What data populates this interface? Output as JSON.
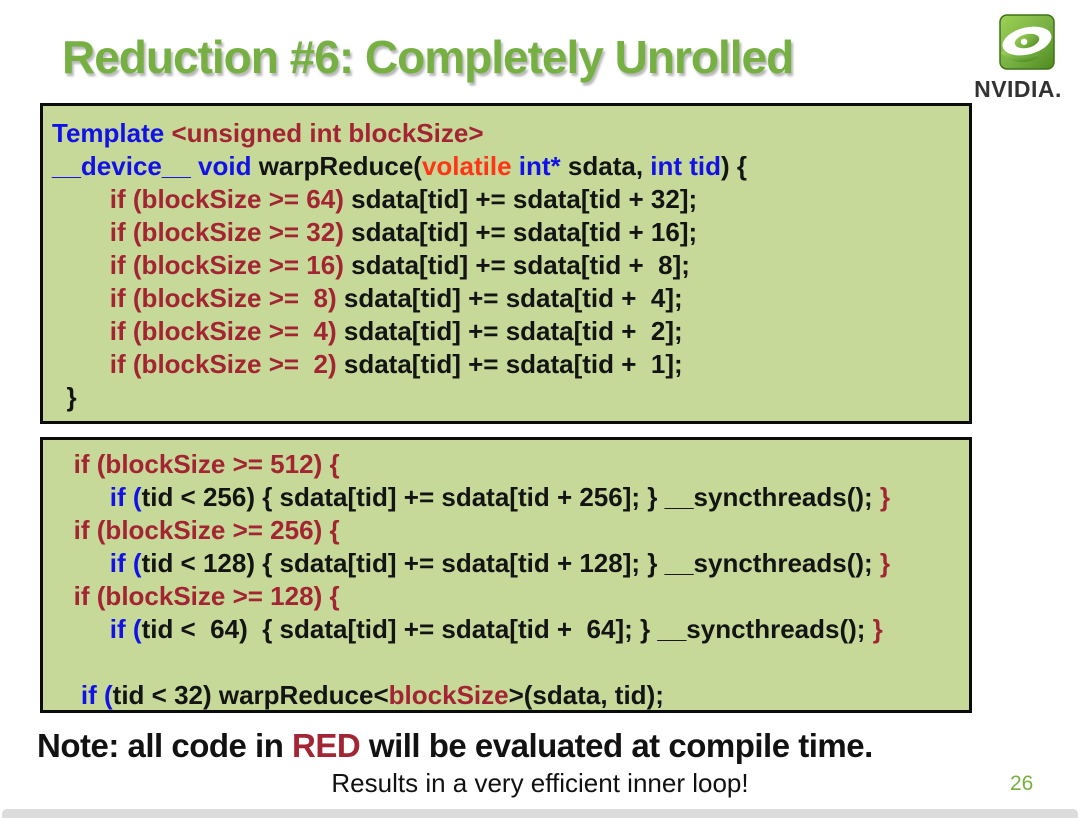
{
  "slide": {
    "title": "Reduction #6: Completely Unrolled",
    "note": {
      "prefix": "Note: all code in ",
      "highlight": "RED",
      "suffix": " will be evaluated at compile time."
    },
    "footer": "Results in a very efficient inner loop!",
    "page_number": "26"
  },
  "logo": {
    "brand": "NVIDIA.",
    "icon": "nvidia-eye-icon"
  },
  "colors": {
    "title_green": "#76b043",
    "page_green": "#76b043",
    "box_bg": "#c6d998",
    "box_border": "#0b0b0b",
    "bottom_bar": "#dcdcdc",
    "code_darkred": "#a32433",
    "code": {
      "black": "#141414",
      "blue": "#1212e8",
      "darkred": "#a32433",
      "red": "#ff3517"
    }
  },
  "code_box1": {
    "lines": [
      [
        {
          "t": "Template ",
          "c": "blue"
        },
        {
          "t": "<unsigned int blockSize>",
          "c": "darkred"
        }
      ],
      [
        {
          "t": "__device__ void ",
          "c": "blue"
        },
        {
          "t": "warpReduce(",
          "c": "black"
        },
        {
          "t": "volatile",
          "c": "red"
        },
        {
          "t": " ",
          "c": "black"
        },
        {
          "t": "int*",
          "c": "blue"
        },
        {
          "t": " sdata, ",
          "c": "black"
        },
        {
          "t": "int tid",
          "c": "blue"
        },
        {
          "t": ") {",
          "c": "black"
        }
      ],
      [
        {
          "t": "        ",
          "c": "black"
        },
        {
          "t": "if (blockSize >= 64)",
          "c": "darkred"
        },
        {
          "t": " sdata[tid] += sdata[tid + 32];",
          "c": "black"
        }
      ],
      [
        {
          "t": "        ",
          "c": "black"
        },
        {
          "t": "if (blockSize >= 32)",
          "c": "darkred"
        },
        {
          "t": " sdata[tid] += sdata[tid + 16];",
          "c": "black"
        }
      ],
      [
        {
          "t": "        ",
          "c": "black"
        },
        {
          "t": "if (blockSize >= 16)",
          "c": "darkred"
        },
        {
          "t": " sdata[tid] += sdata[tid +  8];",
          "c": "black"
        }
      ],
      [
        {
          "t": "        ",
          "c": "black"
        },
        {
          "t": "if (blockSize >=  8)",
          "c": "darkred"
        },
        {
          "t": " sdata[tid] += sdata[tid +  4];",
          "c": "black"
        }
      ],
      [
        {
          "t": "        ",
          "c": "black"
        },
        {
          "t": "if (blockSize >=  4)",
          "c": "darkred"
        },
        {
          "t": " sdata[tid] += sdata[tid +  2];",
          "c": "black"
        }
      ],
      [
        {
          "t": "        ",
          "c": "black"
        },
        {
          "t": "if (blockSize >=  2)",
          "c": "darkred"
        },
        {
          "t": " sdata[tid] += sdata[tid +  1];",
          "c": "black"
        }
      ],
      [
        {
          "t": "  }",
          "c": "black"
        }
      ]
    ]
  },
  "code_box2": {
    "lines": [
      [
        {
          "t": "   ",
          "c": "black"
        },
        {
          "t": "if (blockSize >= 512) {",
          "c": "darkred"
        }
      ],
      [
        {
          "t": "        ",
          "c": "black"
        },
        {
          "t": "if (",
          "c": "blue"
        },
        {
          "t": "tid < 256) { sdata[tid] += sdata[tid + 256]; } __syncthreads(); ",
          "c": "black"
        },
        {
          "t": "}",
          "c": "darkred"
        }
      ],
      [
        {
          "t": "   ",
          "c": "black"
        },
        {
          "t": "if (blockSize >= 256) {",
          "c": "darkred"
        }
      ],
      [
        {
          "t": "        ",
          "c": "black"
        },
        {
          "t": "if (",
          "c": "blue"
        },
        {
          "t": "tid < 128) { sdata[tid] += sdata[tid + 128]; } __syncthreads(); ",
          "c": "black"
        },
        {
          "t": "}",
          "c": "darkred"
        }
      ],
      [
        {
          "t": "   ",
          "c": "black"
        },
        {
          "t": "if (blockSize >= 128) {",
          "c": "darkred"
        }
      ],
      [
        {
          "t": "        ",
          "c": "black"
        },
        {
          "t": "if (",
          "c": "blue"
        },
        {
          "t": "tid <  64)  { sdata[tid] += sdata[tid +  64]; } __syncthreads(); ",
          "c": "black"
        },
        {
          "t": "}",
          "c": "darkred"
        }
      ],
      [
        {
          "t": "",
          "c": "black"
        }
      ],
      [
        {
          "t": "    ",
          "c": "black"
        },
        {
          "t": "if (",
          "c": "blue"
        },
        {
          "t": "tid < 32) warpReduce<",
          "c": "black"
        },
        {
          "t": "blockSize",
          "c": "darkred"
        },
        {
          "t": ">(sdata, tid);",
          "c": "black"
        }
      ]
    ]
  }
}
